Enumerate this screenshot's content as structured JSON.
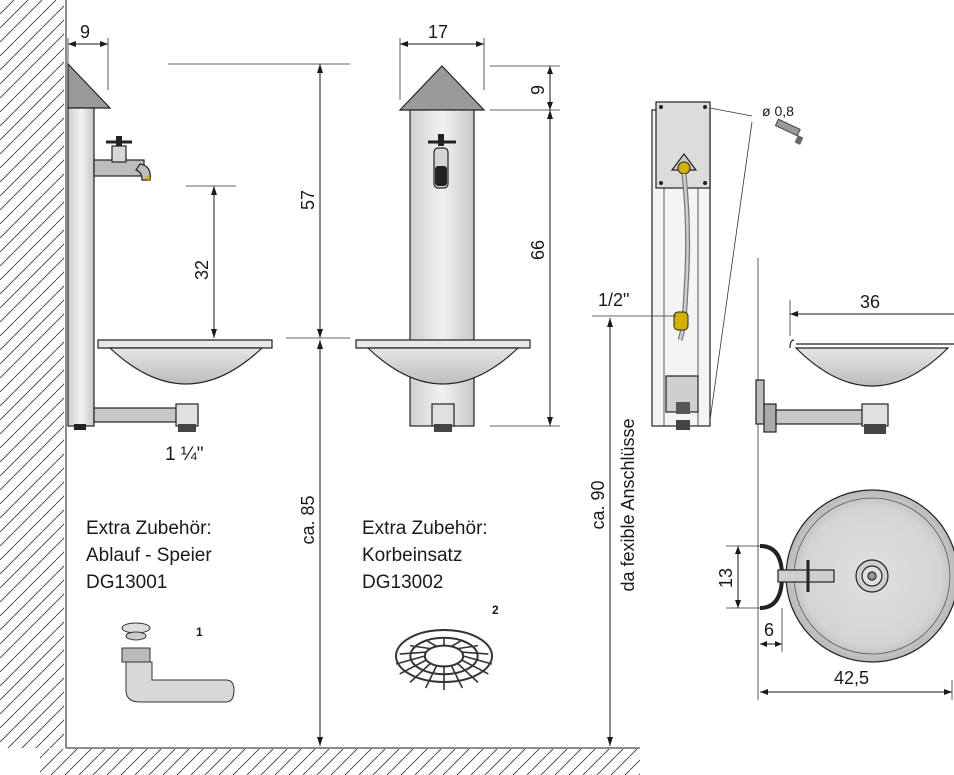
{
  "dimensions": {
    "wall_offset": "9",
    "post_width": "17",
    "cap_height": "9",
    "spout_height": "57",
    "spout_clearance": "32",
    "post_height": "66",
    "drain": "1 ¼\"",
    "basin_height": "ca. 85",
    "pipe_size": "1/2\"",
    "wire_diameter": "ø 0,8",
    "supply_height": "ca. 90",
    "supply_note": "da fexible Anschlüsse",
    "basin_depth": "36",
    "bracket_height": "13",
    "bracket_offset": "6",
    "basin_diameter": "42,5"
  },
  "accessories": [
    {
      "heading": "Extra Zubehör:",
      "name": "Ablauf - Speier",
      "code": "DG13001",
      "figure_number": "1"
    },
    {
      "heading": "Extra Zubehör:",
      "name": "Korbeinsatz",
      "code": "DG13002",
      "figure_number": "2"
    }
  ]
}
